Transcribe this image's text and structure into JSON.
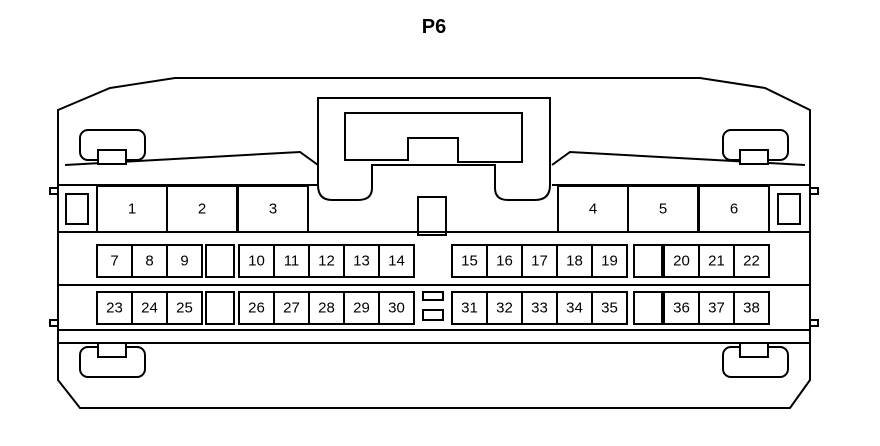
{
  "connector": {
    "title": "P6",
    "large_pins": [
      "1",
      "2",
      "3",
      "4",
      "5",
      "6"
    ],
    "row1_left": [
      "7",
      "8",
      "9"
    ],
    "row1_mid": [
      "10",
      "11",
      "12",
      "13",
      "14"
    ],
    "row1_right_mid": [
      "15",
      "16",
      "17",
      "18",
      "19"
    ],
    "row1_right": [
      "20",
      "21",
      "22"
    ],
    "row2_left": [
      "23",
      "24",
      "25"
    ],
    "row2_mid": [
      "26",
      "27",
      "28",
      "29",
      "30"
    ],
    "row2_right_mid": [
      "31",
      "32",
      "33",
      "34",
      "35"
    ],
    "row2_right": [
      "36",
      "37",
      "38"
    ]
  }
}
